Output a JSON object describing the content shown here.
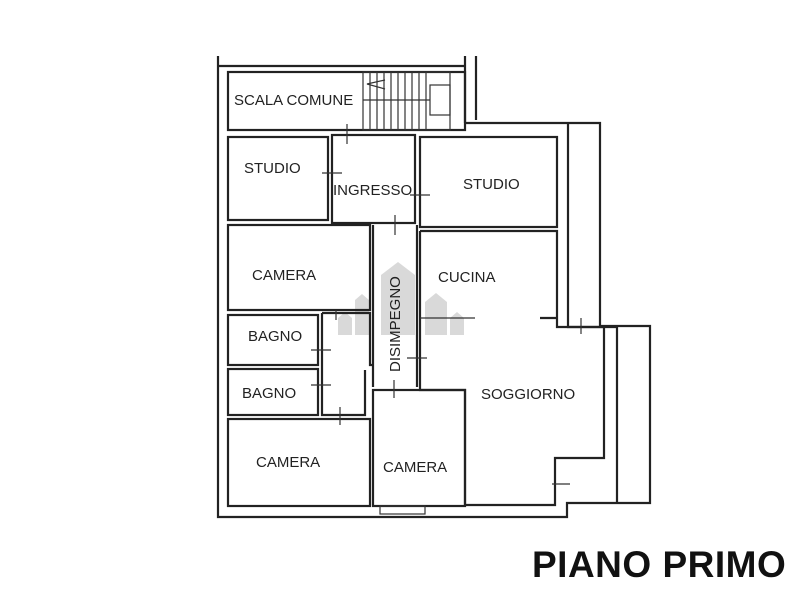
{
  "plan": {
    "title": "PIANO PRIMO",
    "rooms": {
      "scala": "SCALA COMUNE",
      "studio_left": "STUDIO",
      "ingresso": "INGRESSO",
      "studio_right": "STUDIO",
      "camera_top": "CAMERA",
      "cucina": "CUCINA",
      "disimpegno": "DISIMPEGNO",
      "bagno_1": "BAGNO",
      "bagno_2": "BAGNO",
      "soggiorno": "SOGGIORNO",
      "camera_bottom_left": "CAMERA",
      "camera_bottom_mid": "CAMERA"
    }
  }
}
